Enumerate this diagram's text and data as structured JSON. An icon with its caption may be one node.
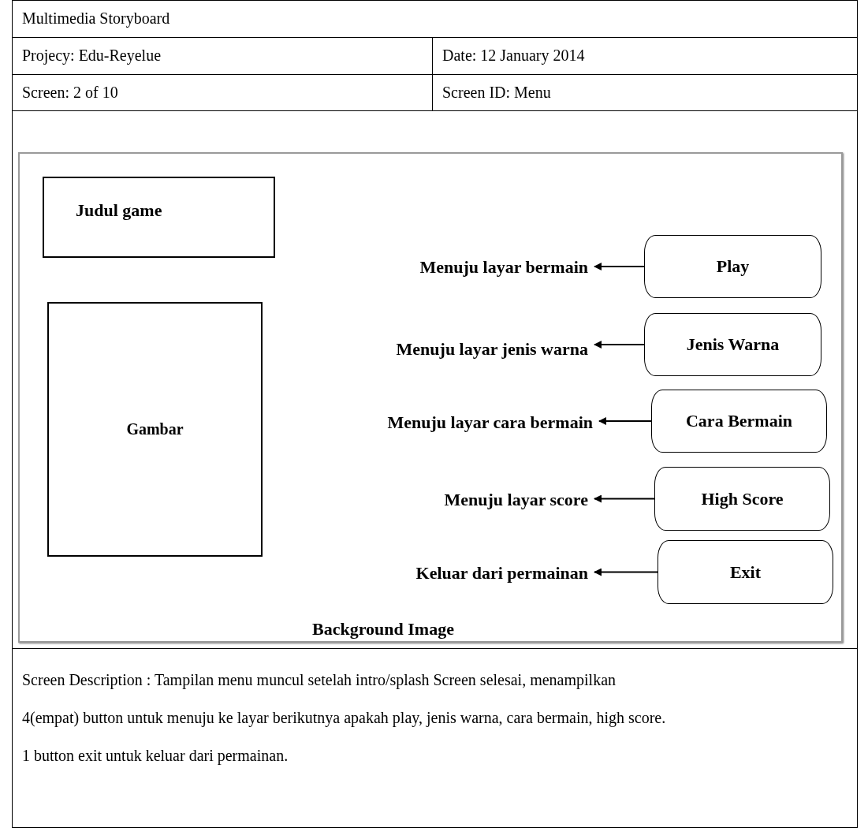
{
  "diagram": {
    "nodes": [
      {
        "text": [
          "Background Image"
        ]
      },
      {
        "text": [
          "Judul game"
        ],
        "in": 0
      },
      {
        "text": [
          "Gambar"
        ],
        "in": 0
      },
      {
        "text": [
          "Menuju layar bermain"
        ],
        "in": 0
      },
      {
        "text": [
          "Play"
        ],
        "in": 0
      },
      {
        "text": [
          "Menuju layar jenis warna"
        ],
        "in": 0
      },
      {
        "text": [
          "Jenis Warna"
        ],
        "in": 0
      },
      {
        "text": [
          "Menuju layar cara bermain"
        ],
        "in": 0
      },
      {
        "text": [
          "Cara Bermain"
        ],
        "in": 0
      },
      {
        "text": [
          "Menuju layar score"
        ],
        "in": 0
      },
      {
        "text": [
          "High Score"
        ],
        "in": 0
      },
      {
        "text": [
          "Keluar dari permainan"
        ],
        "in": 0
      },
      {
        "text": [
          "Exit"
        ],
        "in": 0
      }
    ],
    "edges": [
      {
        "from": 4,
        "to": 3,
        "arrow": "to"
      },
      {
        "from": 6,
        "to": 5,
        "arrow": "to"
      },
      {
        "from": 8,
        "to": 7,
        "arrow": "to"
      },
      {
        "from": 10,
        "to": 9,
        "arrow": "to"
      },
      {
        "from": 12,
        "to": 11,
        "arrow": "to"
      }
    ],
    "labels": [
      "Multimedia Storyboard",
      "Projecy: Edu-Reyelue",
      "Date: 12 January 2014",
      "Screen: 2 of 10",
      "Screen ID: Menu",
      "Screen Description : Tampilan menu muncul setelah intro/splash Screen selesai, menampilkan 4(empat) button untuk menuju ke layar berikutnya apakah play, jenis warna, cara bermain, high score. 1 button exit untuk keluar dari permainan."
    ]
  }
}
